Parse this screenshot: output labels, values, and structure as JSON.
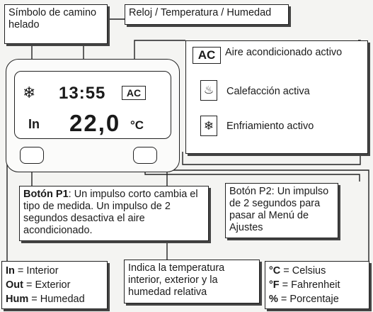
{
  "callouts": {
    "snow_title": "Símbolo de camino helado",
    "clock_title": "Reloj / Temperatura / Humedad",
    "p1_key": "Botón P1",
    "p1_text": ": Un impulso corto cambia el tipo de medida. Un impulso de 2 segundos desactiva el aire acondicionado.",
    "p2_text": "Botón P2: Un impulso de 2 segundos para pasar al Menú de Ajustes",
    "middle_text": "Indica la temperatura interior, exterior y la humedad relativa"
  },
  "display": {
    "time": "13:55",
    "temperature": "22,0",
    "unit": "°C",
    "mode": "In",
    "ac_badge": "AC"
  },
  "legend": {
    "ac": "Aire acondicionado activo",
    "heat": "Calefacción activa",
    "cool": "Enfriamiento activo"
  },
  "modes_box": [
    {
      "key": "In",
      "value": " = Interior"
    },
    {
      "key": "Out",
      "value": " = Exterior"
    },
    {
      "key": "Hum",
      "value": " = Humedad"
    }
  ],
  "units_box": [
    {
      "key": "°C",
      "value": " = Celsius"
    },
    {
      "key": "°F",
      "value": " = Fahrenheit"
    },
    {
      "key": "%",
      "value": " = Porcentaje"
    }
  ],
  "icons": {
    "snowflake": "❄",
    "heat": "♨"
  }
}
